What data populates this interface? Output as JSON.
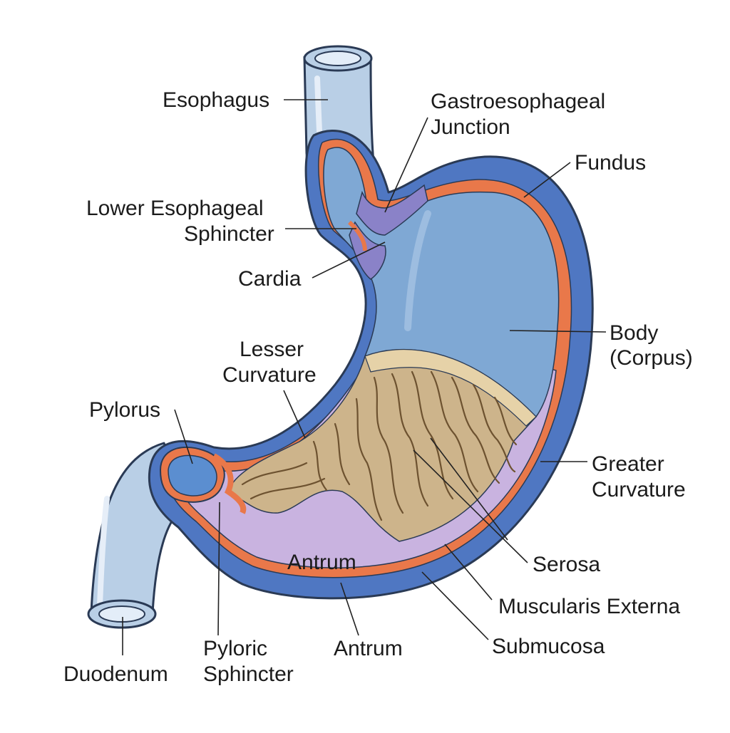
{
  "labels": {
    "esophagus": "Esophagus",
    "ge_junction_1": "Gastroesophageal",
    "ge_junction_2": "Junction",
    "fundus": "Fundus",
    "les_1": "Lower Esophageal",
    "les_2": "Sphincter",
    "cardia": "Cardia",
    "body_1": "Body",
    "body_2": "(Corpus)",
    "lesser_1": "Lesser",
    "lesser_2": "Curvature",
    "pylorus": "Pylorus",
    "greater_1": "Greater",
    "greater_2": "Curvature",
    "antrum_inner": "Antrum",
    "serosa": "Serosa",
    "muscularis": "Muscularis Externa",
    "submucosa": "Submucosa",
    "antrum": "Antrum",
    "pyloric_1": "Pyloric",
    "pyloric_2": "Sphincter",
    "duodenum": "Duodenum"
  },
  "colors": {
    "tube": "#b9cfe6",
    "tube_inner": "#dbe8f5",
    "serosa_blue": "#4f77c2",
    "muscle_orange": "#e9784a",
    "lumen_blue": "#7fa8d4",
    "mucosa_tan": "#cdb48b",
    "mucosa_top": "#e6d2a8",
    "submucosa_purple": "#c9b3e0",
    "sphincter_purple": "#8a82c8",
    "outline": "#2a3a55"
  }
}
